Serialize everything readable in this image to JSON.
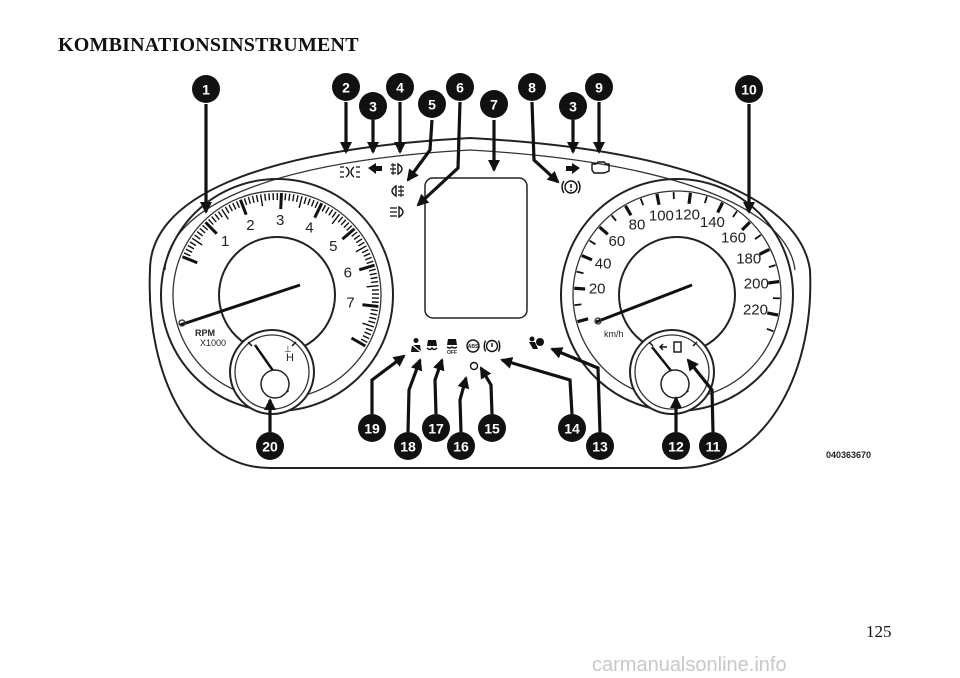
{
  "page": {
    "title": "KOMBINATIONSINSTRUMENT",
    "page_number": "125",
    "figure_code": "040363670",
    "watermark": "carmanualsonline.info"
  },
  "tachometer": {
    "labels": [
      "1",
      "2",
      "3",
      "4",
      "5",
      "6",
      "7"
    ],
    "unit": "RPM",
    "multiplier": "X1000",
    "temp_high": "H"
  },
  "speedometer": {
    "labels": [
      "20",
      "40",
      "60",
      "80",
      "100",
      "120",
      "140",
      "160",
      "180",
      "200",
      "220"
    ],
    "unit": "km/h"
  },
  "warning_icons": {
    "abs_text": "ABS",
    "off_text": "OFF"
  },
  "callouts": [
    "1",
    "2",
    "3",
    "4",
    "5",
    "6",
    "7",
    "8",
    "3",
    "9",
    "10",
    "11",
    "12",
    "13",
    "14",
    "15",
    "16",
    "17",
    "18",
    "19",
    "20"
  ]
}
